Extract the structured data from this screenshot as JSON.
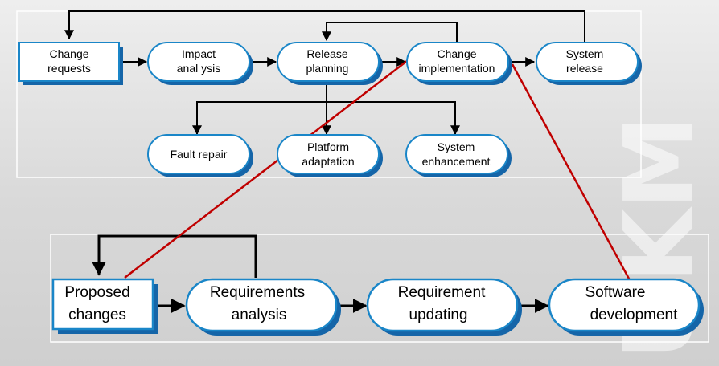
{
  "diagram": {
    "top": {
      "change_requests": [
        "Change",
        "requests"
      ],
      "impact_analysis": [
        "Impact",
        "anal ysis"
      ],
      "release_planning": [
        "Release",
        "planning"
      ],
      "change_implementation": [
        "Change",
        "implementation"
      ],
      "system_release": [
        "System",
        "release"
      ],
      "fault_repair": [
        "Fault repair"
      ],
      "platform_adaptation": [
        "Platform",
        "adaptation"
      ],
      "system_enhancement": [
        "System",
        "enhancement"
      ]
    },
    "bottom": {
      "proposed_changes": [
        "Proposed",
        "changes"
      ],
      "requirements_analysis": [
        "Requirements",
        "analysis"
      ],
      "requirement_updating": [
        "Requirement",
        "updating"
      ],
      "software_development": [
        "Software",
        "development"
      ]
    },
    "colors": {
      "node_border": "#1a86c8",
      "node_shadow": "#1565a8",
      "node_fill": "#ffffff",
      "connector": "#000000",
      "link_red": "#c00000",
      "frame": "#ffffff"
    },
    "watermark": "UKM"
  }
}
